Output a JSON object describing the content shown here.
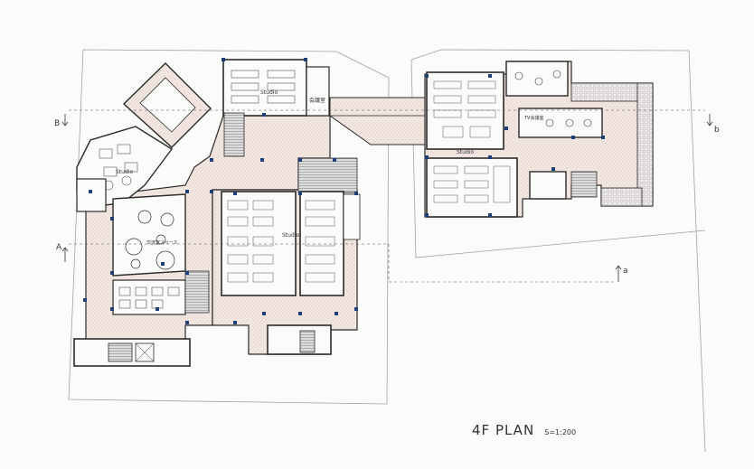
{
  "plan": {
    "title": "4F PLAN",
    "scale": "S=1:200"
  },
  "rooms": {
    "studio_top": "Studio",
    "room_top_jp": "会議室",
    "studio_left": "Studio",
    "lounge": "交流室スペース",
    "studio_center": "Studio",
    "studio_right": "Studio",
    "meeting_right": "TV会議室"
  },
  "section_marks": {
    "a_left": "A",
    "a_right": "a",
    "b_left": "B",
    "b_right": "b"
  },
  "colors": {
    "line": "#2a2a2a",
    "column": "#1f3f7a",
    "floor_fill": "#f3e6e0",
    "site_line": "#9a9a9a"
  }
}
